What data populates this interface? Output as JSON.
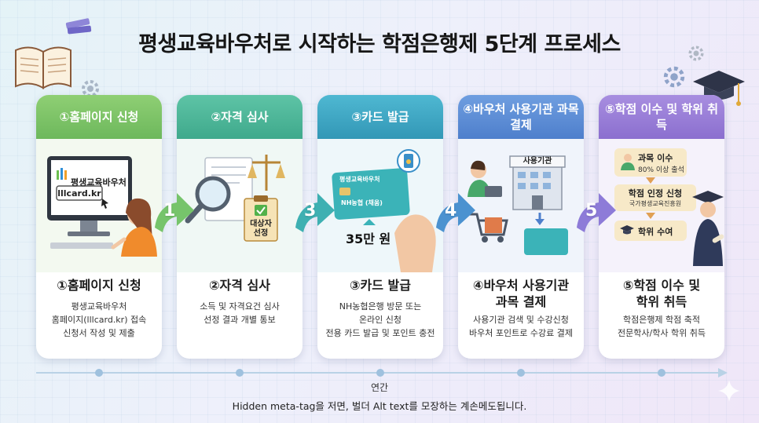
{
  "title": "평생교육바우처로 시작하는 학점은행제 5단계 프로세스",
  "steps": [
    {
      "header": "①홈페이지 신청",
      "footer_title": "①홈페이지 신청",
      "desc": [
        "평생교육바우처",
        "홈페이지(lllcard.kr) 접속",
        "신청서 작성 및 제출"
      ],
      "illus": {
        "logo_text": "평생교육바우처",
        "url": "lllcard.kr"
      },
      "color": "#7fc36b"
    },
    {
      "header": "②자격 심사",
      "footer_title": "②자격 심사",
      "desc": [
        "소득 및 자격요건 심사",
        "선정 결과 개별 통보"
      ],
      "illus": {
        "clipboard_text": "대상자\n선정"
      },
      "color": "#45b39a"
    },
    {
      "header": "③카드 발급",
      "footer_title": "③카드 발급",
      "desc": [
        "NH농협은행 방문 또는",
        "온라인 신청",
        "전용 카드 발급 및 포인트 충전"
      ],
      "illus": {
        "card_name": "평생교육바우처",
        "card_brand": "NH농협 (채움)",
        "amount": "35만 원"
      },
      "color": "#3aa6c6"
    },
    {
      "header": "④바우처 사용기관\n과목 결제",
      "footer_title": "④바우처 사용기관\n과목 결제",
      "desc": [
        "사용기관 검색 및 수강신청",
        "바우처 포인트로 수강료 결제"
      ],
      "illus": {
        "building_sign": "사용기관"
      },
      "color": "#5f8fd8"
    },
    {
      "header": "⑤학점 이수 및\n학위 취득",
      "footer_title": "⑤학점 이수 및\n학위 취득",
      "desc": [
        "학점은행제 학점 축적",
        "전문학사/학사 학위 취득"
      ],
      "illus": {
        "box1_title": "과목 이수",
        "box1_sub": "80% 이상 출석",
        "box2_title": "학점 인정 신청",
        "box2_sub": "국가평생교육진흥원",
        "box3_title": "학위 수여"
      },
      "color": "#9a7fd6"
    }
  ],
  "arrows": [
    "1",
    "3",
    "4",
    "5"
  ],
  "timeline_label": "연간",
  "caption": "Hidden meta-tag을 저면, 벌더 Alt text를 모장하는 계손메도됩니다."
}
